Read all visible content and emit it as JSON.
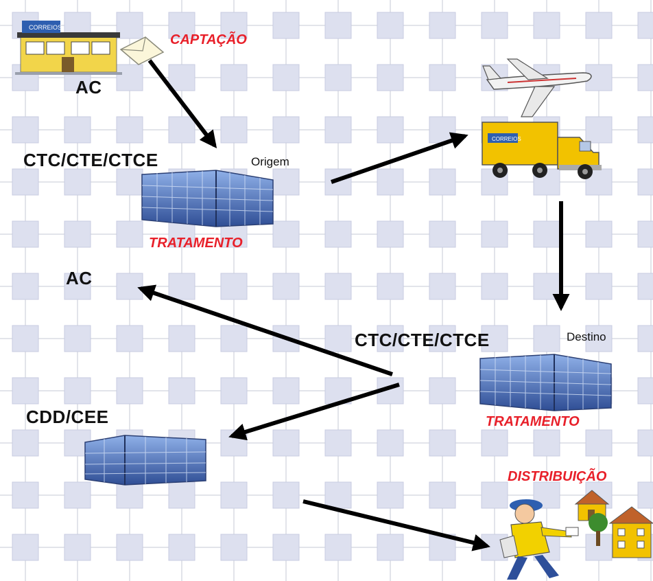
{
  "diagram": {
    "nodes": {
      "ac_top": "AC",
      "ctc_origem": "CTC/CTE/CTCE",
      "origem": "Origem",
      "ac_return": "AC",
      "ctc_destino": "CTC/CTE/CTCE",
      "destino": "Destino",
      "cdd": "CDD/CEE"
    },
    "stages": {
      "captacao": "CAPTAÇÃO",
      "tratamento_origem": "TRATAMENTO",
      "tratamento_destino": "TRATAMENTO",
      "distribuicao": "DISTRIBUIÇÃO"
    },
    "logo_text": "CORREIOS",
    "colors": {
      "stage_label": "#e8202a",
      "arrow": "#000000",
      "building": "#3c5fa8",
      "truck": "#f2c200",
      "grid_square": "#dde0ef"
    },
    "icons": [
      "post-office-icon",
      "envelope-icon",
      "airplane-icon",
      "truck-icon",
      "building-icon",
      "houses-icon",
      "tree-icon",
      "mail-carrier-icon"
    ]
  }
}
